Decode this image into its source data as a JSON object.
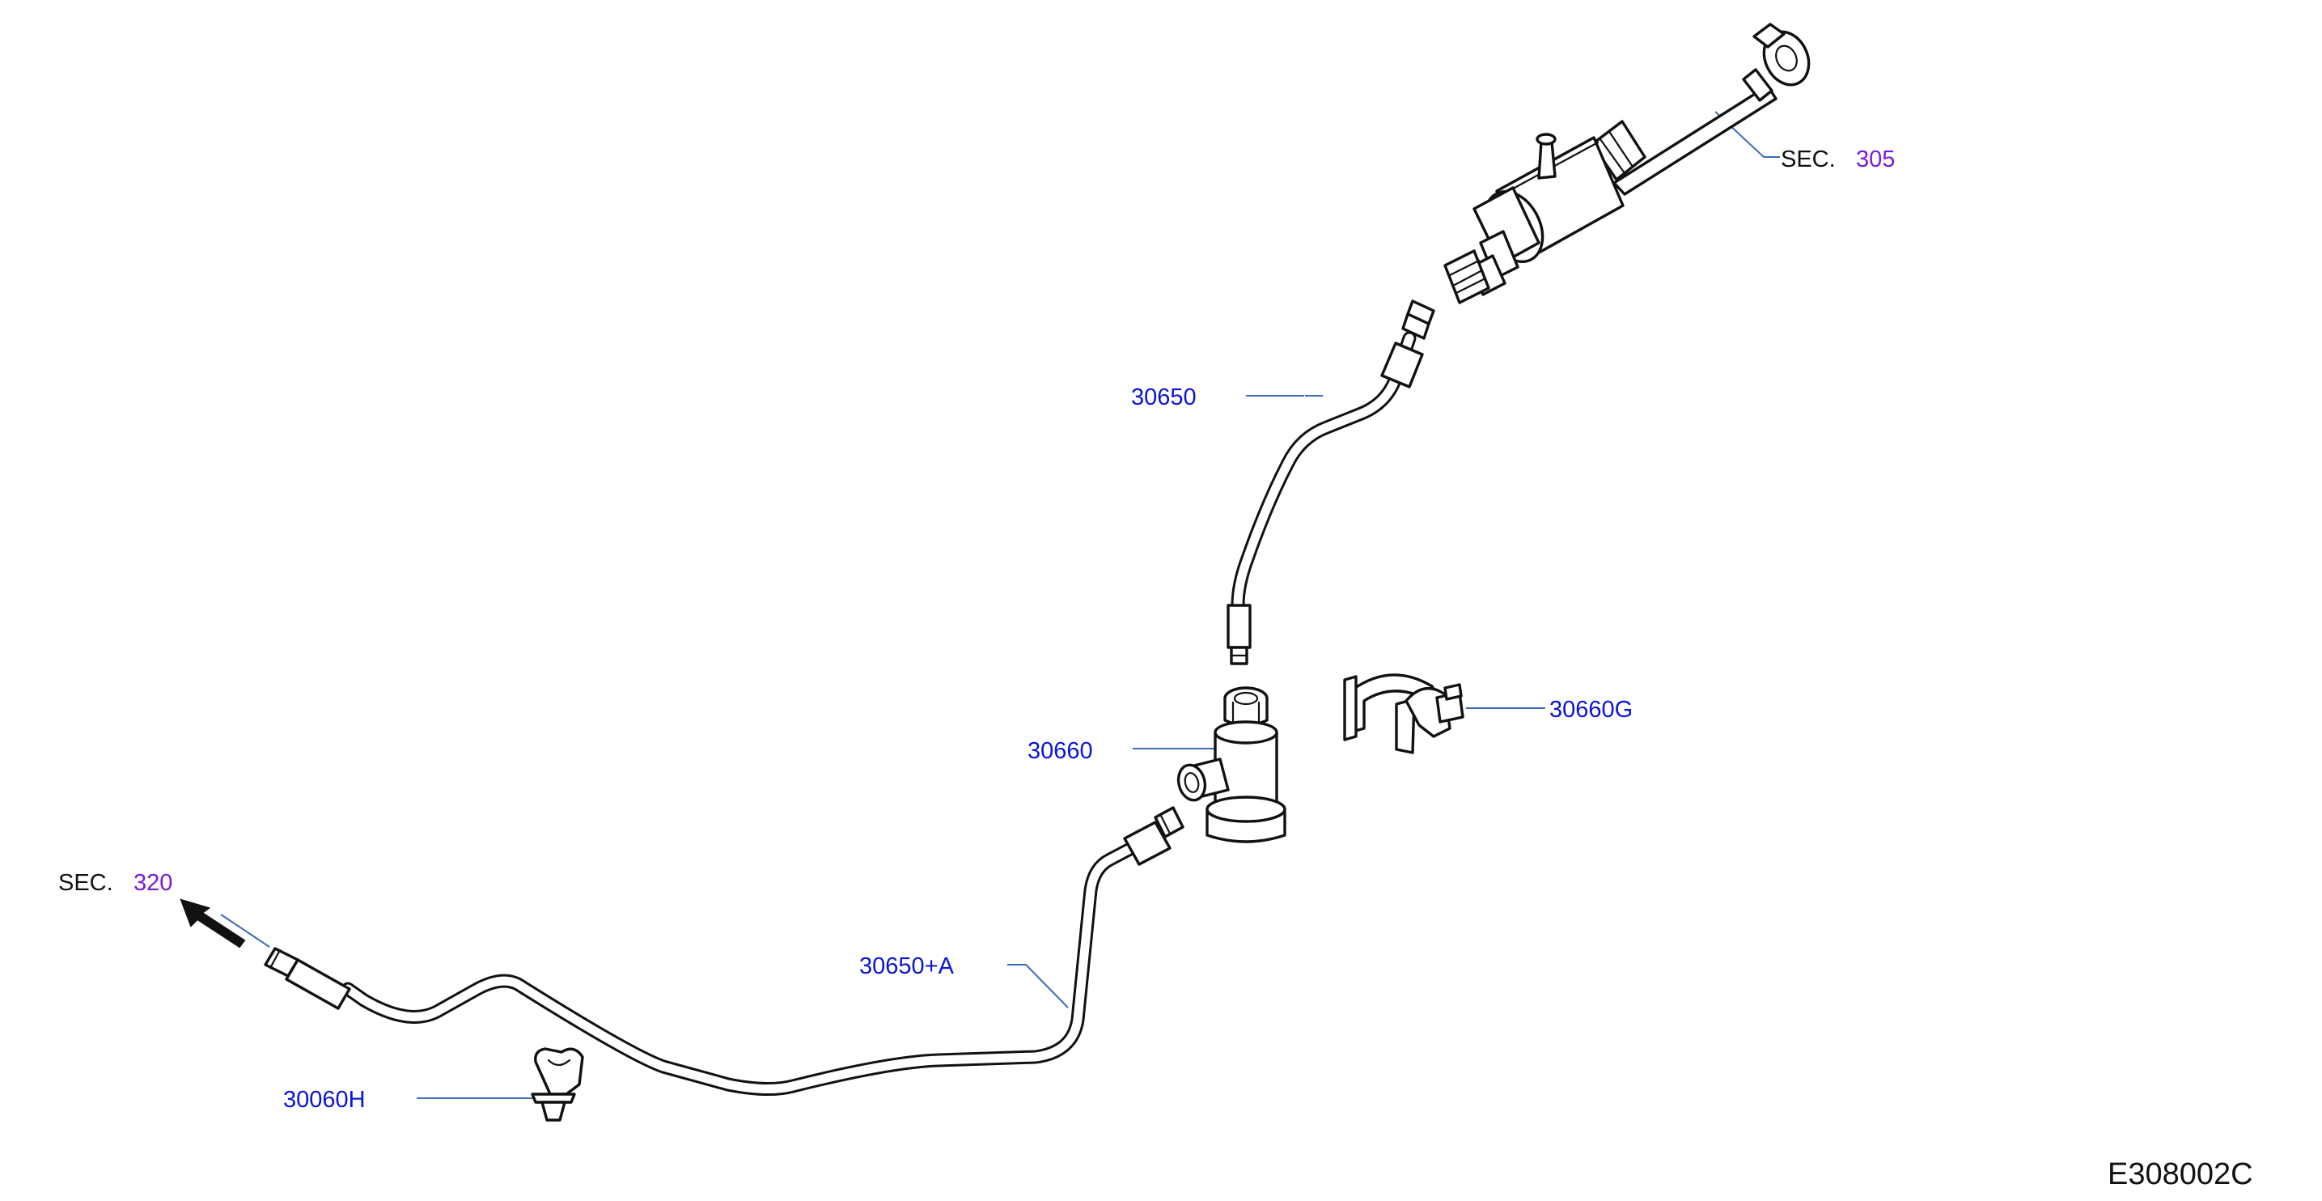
{
  "diagram": {
    "callouts": [
      {
        "id": "30650",
        "label": "30650"
      },
      {
        "id": "30660",
        "label": "30660"
      },
      {
        "id": "30660G",
        "label": "30660G"
      },
      {
        "id": "30650A",
        "label": "30650+A"
      },
      {
        "id": "30060H",
        "label": "30060H"
      }
    ],
    "section_refs": [
      {
        "prefix": "SEC.",
        "number": "305"
      },
      {
        "prefix": "SEC.",
        "number": "320"
      }
    ],
    "drawing_code": "E308002C",
    "colors": {
      "part_label": "#0a14d6",
      "section_number": "#7a1bd8",
      "leader_line": "#3d6bb8",
      "line_art": "#111111"
    }
  }
}
